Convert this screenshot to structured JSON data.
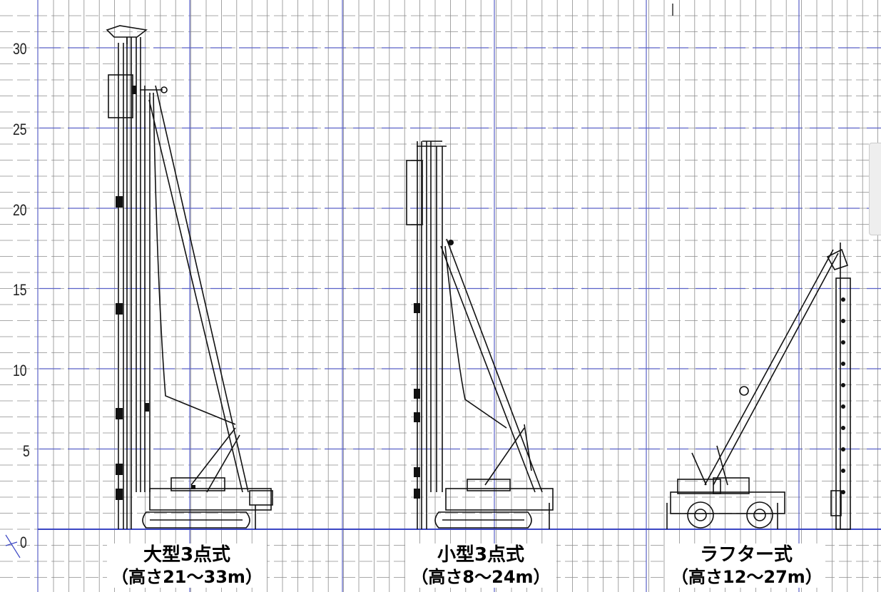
{
  "axis": {
    "ticks": [
      "0",
      "5",
      "10",
      "15",
      "20",
      "25",
      "30"
    ]
  },
  "machines": [
    {
      "name": "大型3点式",
      "range": "（高さ21～33m）"
    },
    {
      "name": "小型3点式",
      "range": "（高さ8～24m）"
    },
    {
      "name": "ラフター式",
      "range": "（高さ12～27m）"
    }
  ],
  "colors": {
    "major_grid": "#5a62c8",
    "minor_grid": "#8c8c8c",
    "machine_line": "#111111"
  }
}
